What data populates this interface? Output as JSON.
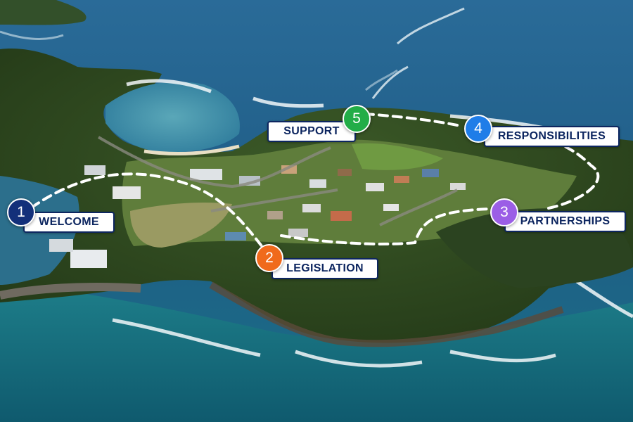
{
  "colors": {
    "label_text": "#0d2660",
    "label_border": "#0d2660",
    "label_background": "#ffffff",
    "route_line": "#ffffff"
  },
  "waypoints": [
    {
      "id": "welcome",
      "number": "1",
      "label": "WELCOME",
      "color": "#13307a"
    },
    {
      "id": "legislation",
      "number": "2",
      "label": "LEGISLATION",
      "color": "#f06a1c"
    },
    {
      "id": "partnerships",
      "number": "3",
      "label": "PARTNERSHIPS",
      "color": "#9b5ee6"
    },
    {
      "id": "responsibilities",
      "number": "4",
      "label": "RESPONSIBILITIES",
      "color": "#1f7de8"
    },
    {
      "id": "support",
      "number": "5",
      "label": "SUPPORT",
      "color": "#22ad47"
    }
  ]
}
